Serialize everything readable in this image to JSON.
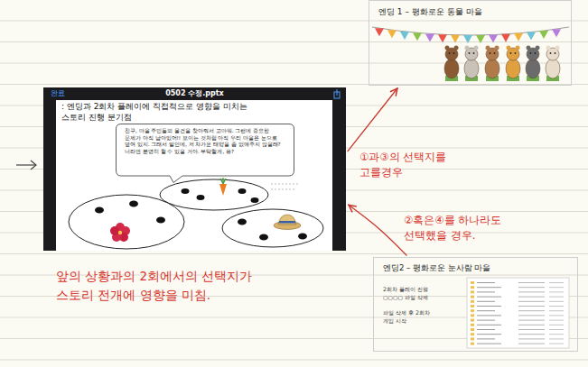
{
  "diagram": {
    "nodes": [
      {
        "text": [
          "완료",
          "0502 수정.pptx",
          ": 엔딩과 2회차 플레이에 직접적으로 영향을 미치는 스토리 진행 분기점"
        ]
      },
      {
        "text": [
          "친구, 마을 주민들의 물건을 찾아줘서 고마워. 그런데 중요한 문제가 아직 남아있어!! 보이는 것처럼 아직 우리 마을은 눈으로 덮여 있지. 그래서 말인데, 저 차가운 태양을 좀 없애주지 않을래? 너라면 분명히 할 수 있을 거야. 부탁할게, 응?"
        ],
        "in": 0
      },
      {
        "text": [
          "엔딩 1 – 평화로운 동물 마을"
        ]
      },
      {
        "text": [
          "엔딩2 – 평화로운 눈사람 마을",
          "2회차 플레이 진행 ○○○○ 파일 삭제",
          "파일 삭제 후 2회차 게임 시작"
        ]
      }
    ],
    "edges": [
      {
        "from": 0,
        "to": 2,
        "arrow": "to",
        "label": "①과③의 선택지를 고를경우"
      },
      {
        "from": 3,
        "to": 0,
        "arrow": "to",
        "label": "②혹은④를 하나라도 선택했을 경우."
      }
    ],
    "labels": [
      "앞의 상황과의 2회에서의 선택지가 스토리 전개에 영향을 미침."
    ]
  }
}
